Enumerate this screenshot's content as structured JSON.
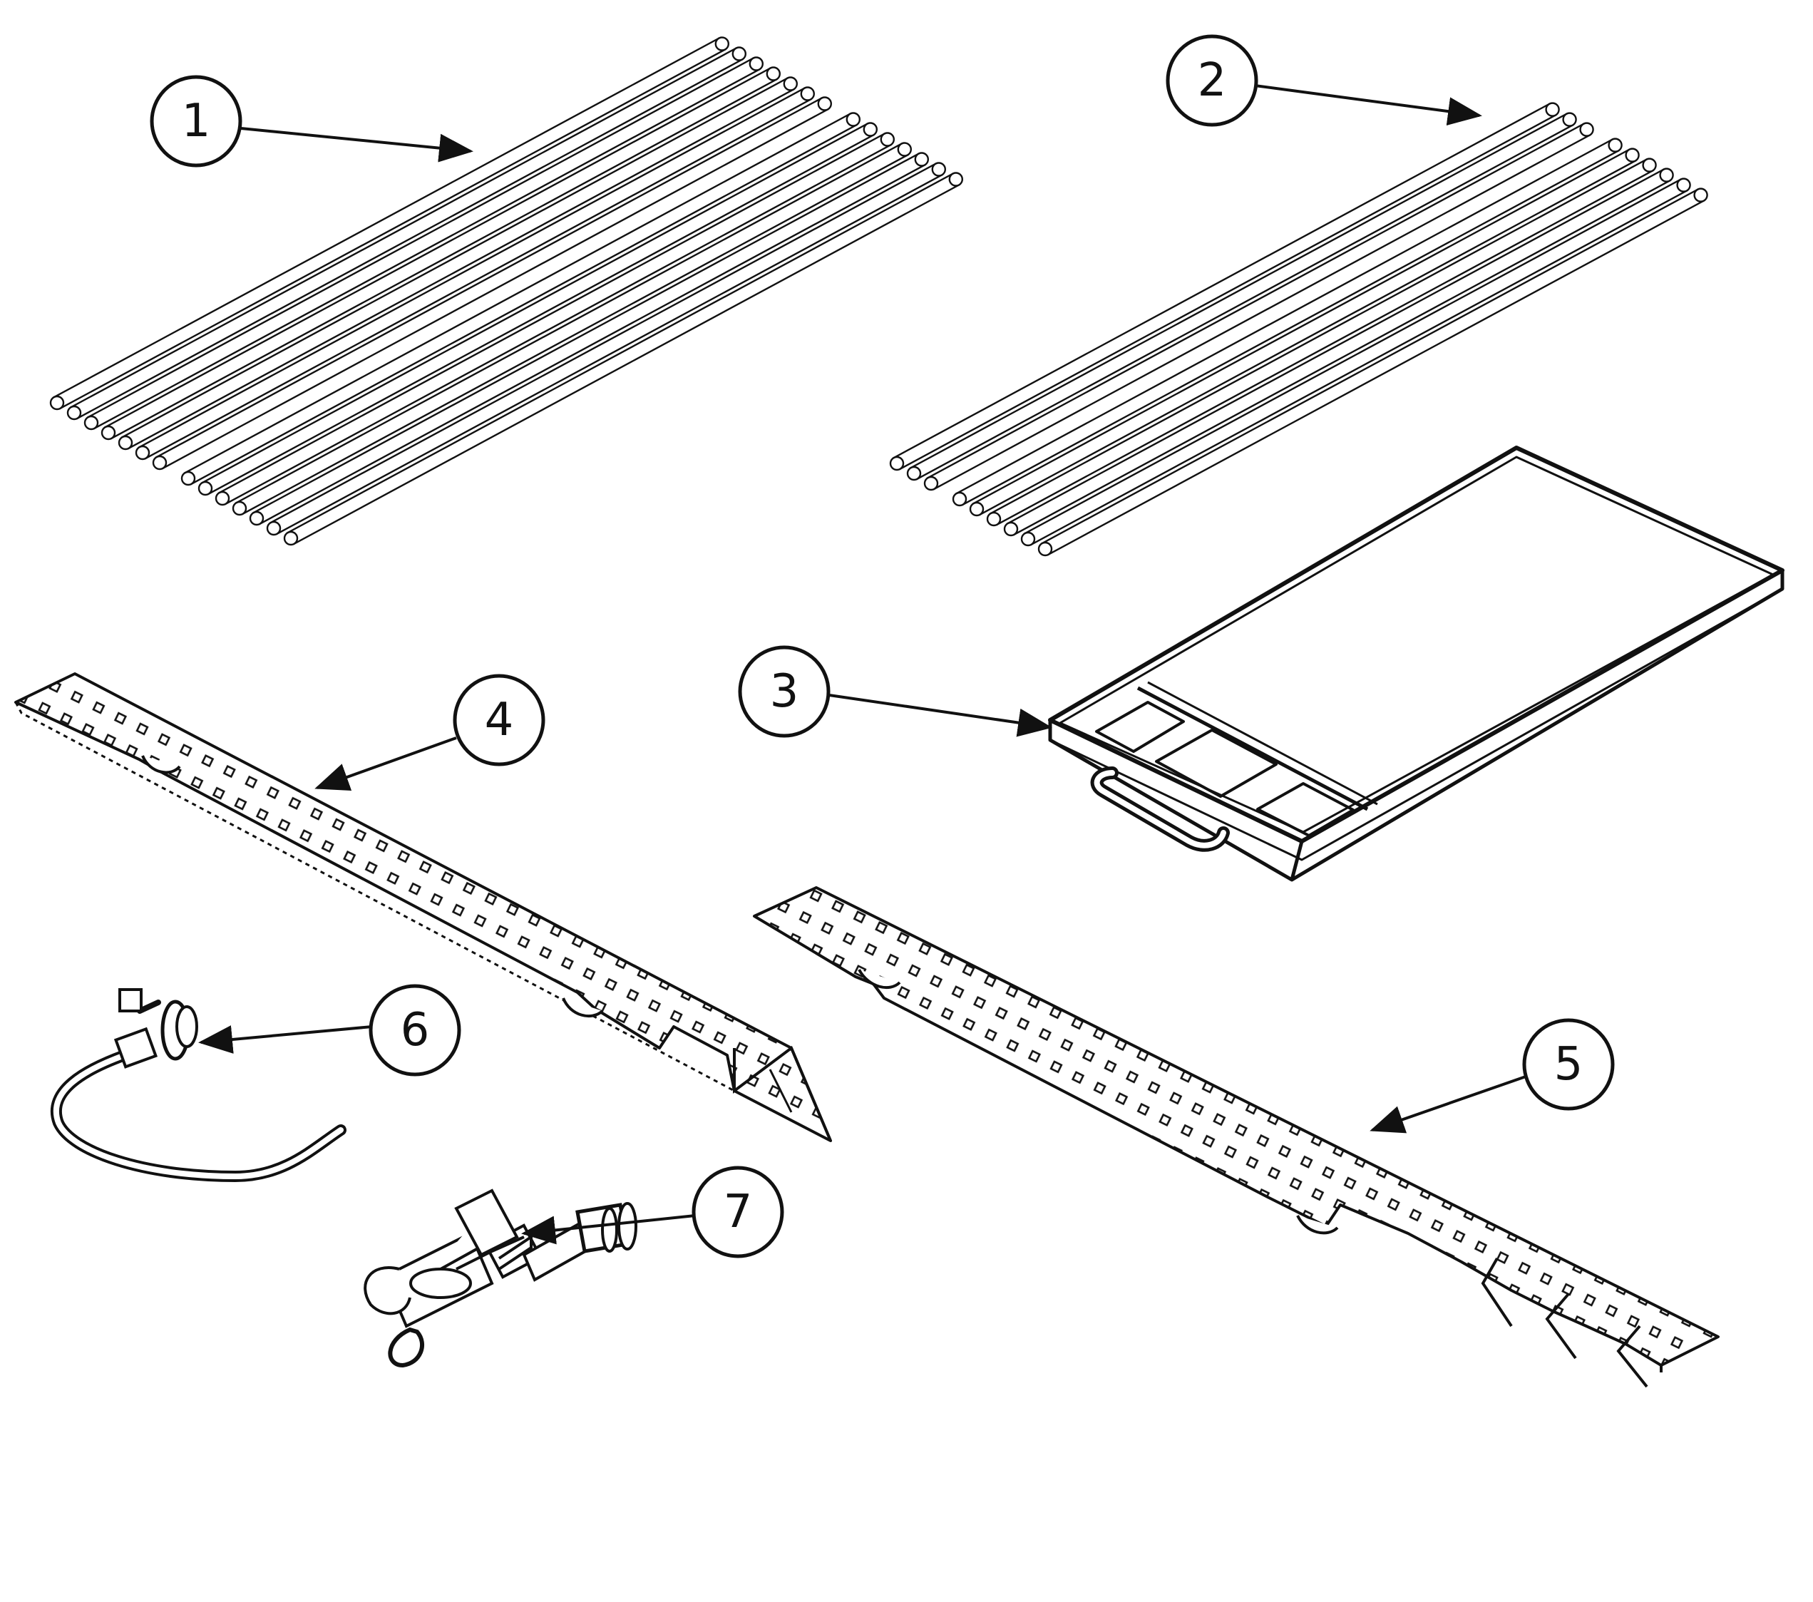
{
  "diagram": {
    "callouts": [
      {
        "number": "1",
        "part": "cooking-grate-large"
      },
      {
        "number": "2",
        "part": "cooking-grate-small"
      },
      {
        "number": "3",
        "part": "drip-tray"
      },
      {
        "number": "4",
        "part": "heat-shield-short"
      },
      {
        "number": "5",
        "part": "heat-shield-long"
      },
      {
        "number": "6",
        "part": "regulator-hose-assembly"
      },
      {
        "number": "7",
        "part": "pressure-regulator-valve"
      }
    ]
  },
  "colors": {
    "line": "#111111",
    "background": "#ffffff",
    "shade": "#c9c9c9"
  }
}
